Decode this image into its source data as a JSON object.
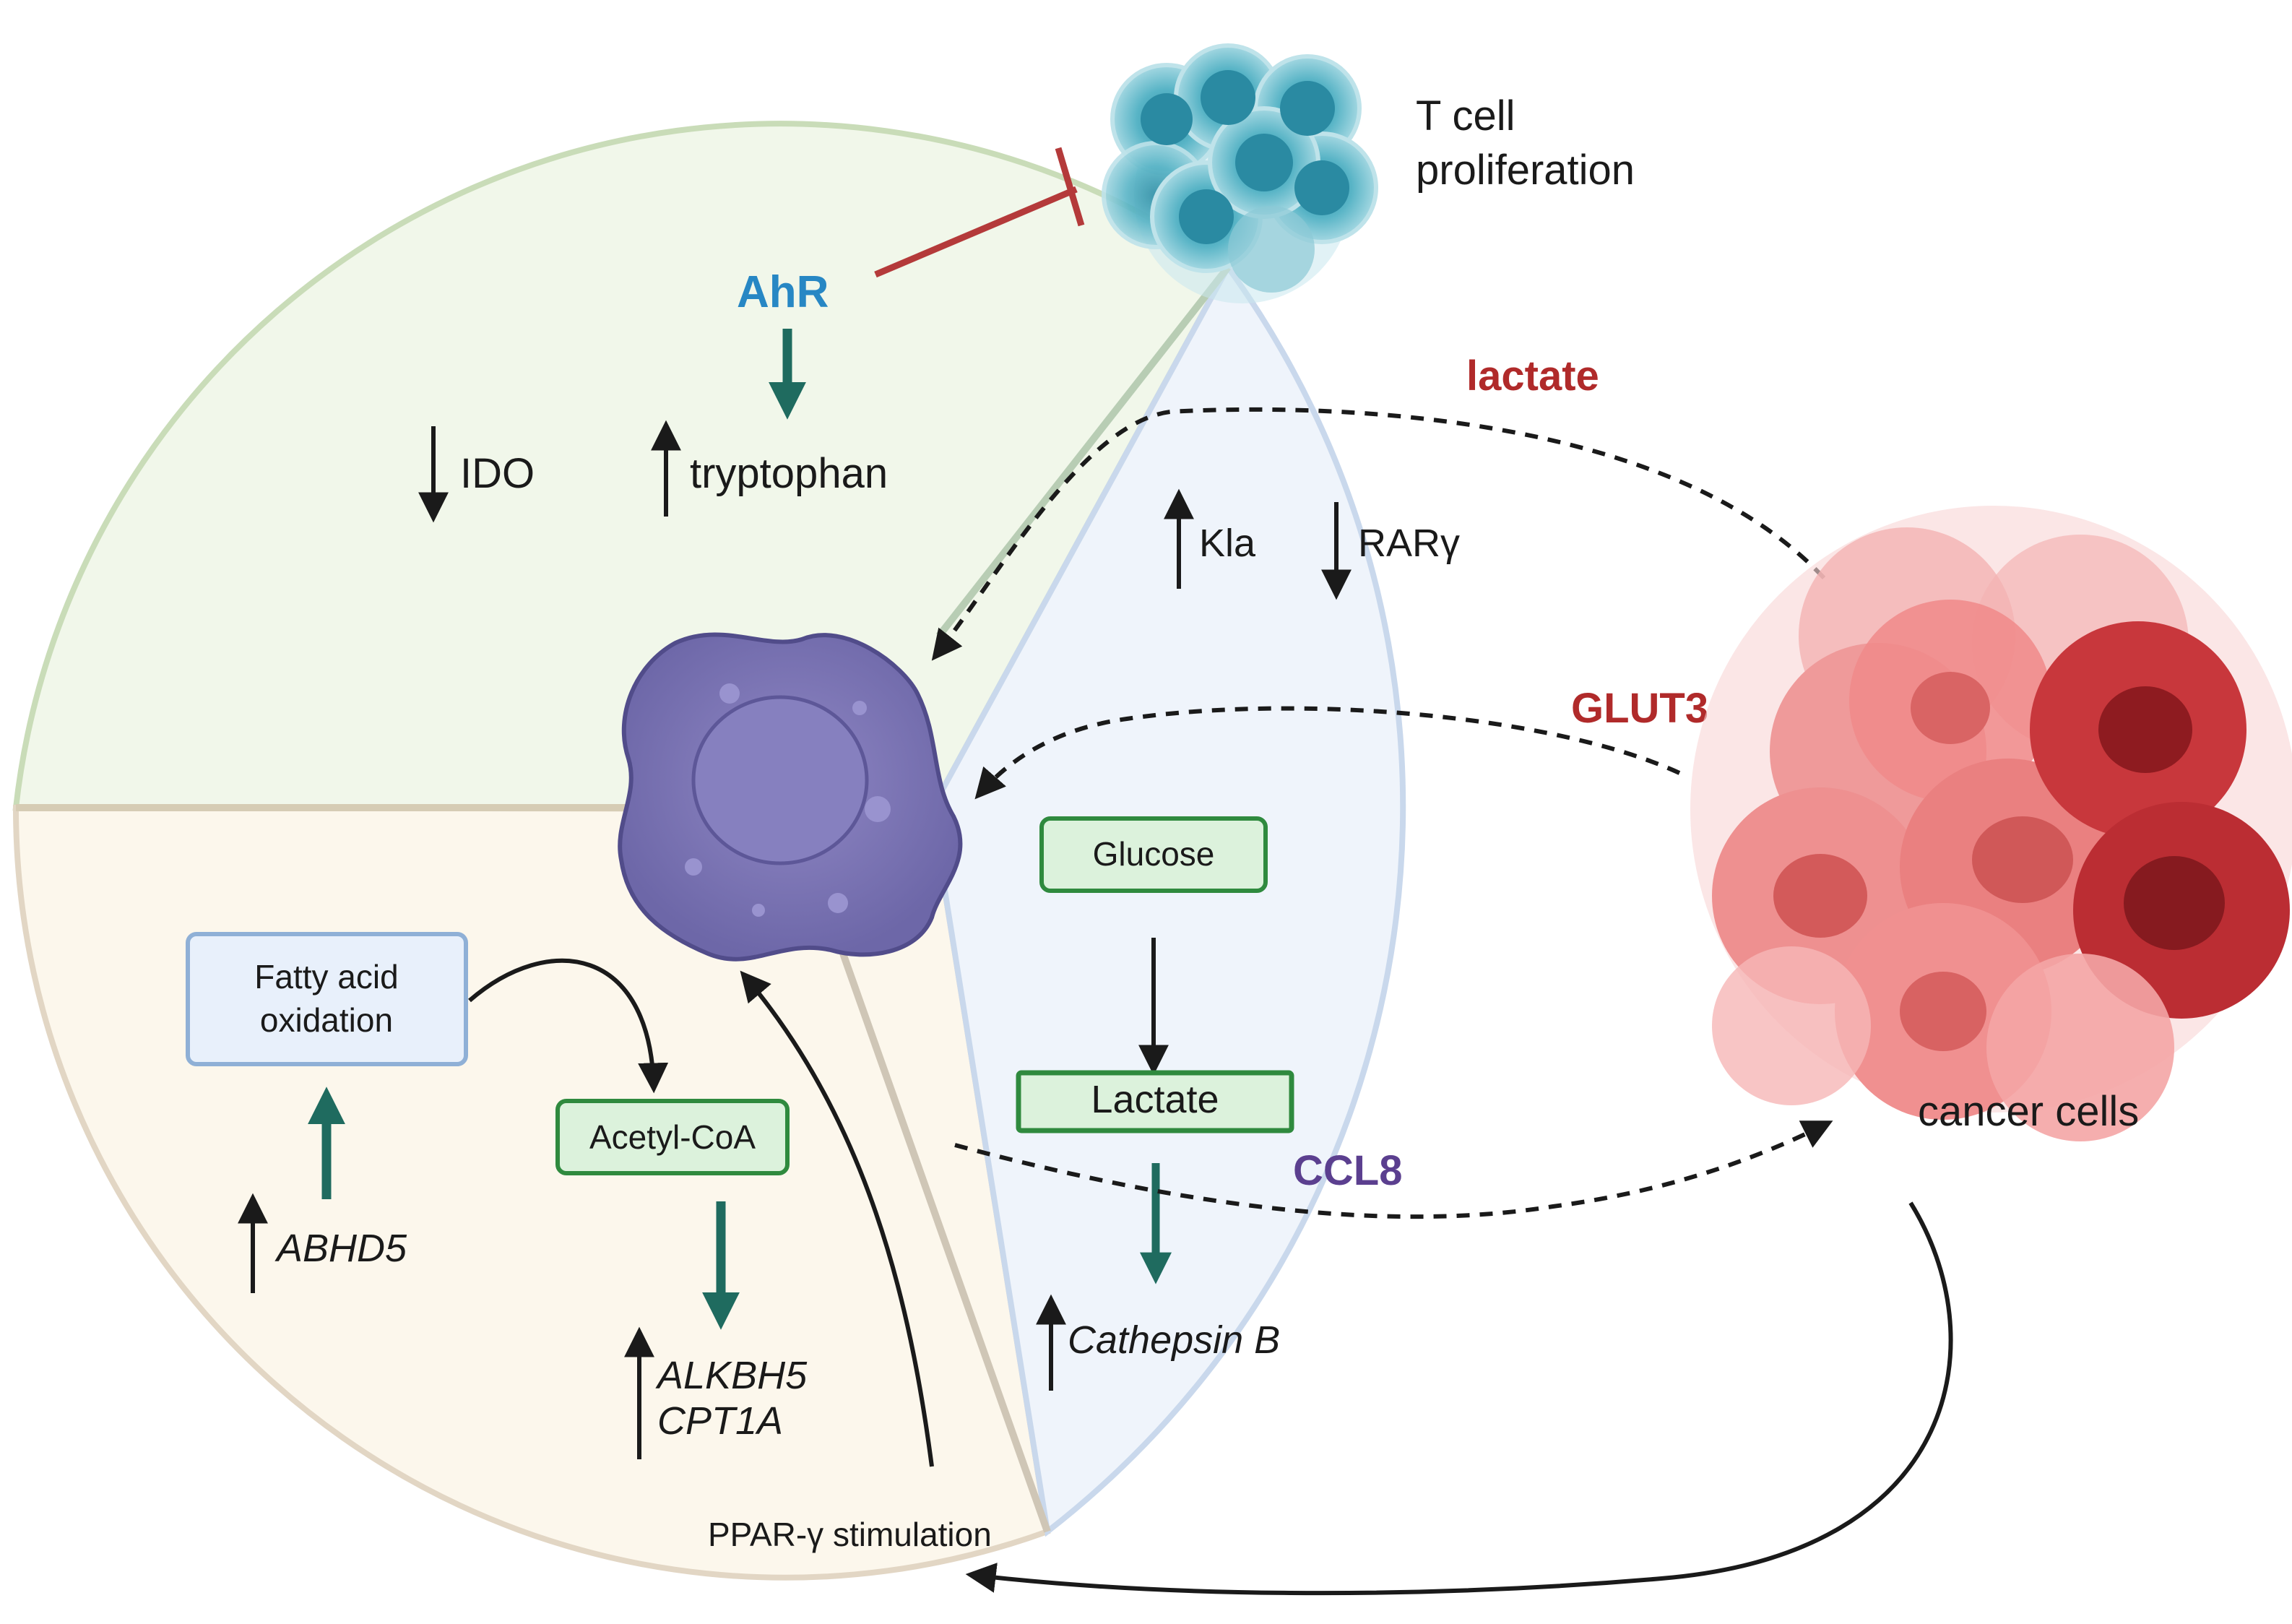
{
  "labels": {
    "t_cell": [
      "T cell",
      "proliferation"
    ],
    "ahr": "AhR",
    "ido": "IDO",
    "tryptophan": "tryptophan",
    "lactate_signal": "lactate",
    "kla": "Kla",
    "rar": "RARγ",
    "glut3": "GLUT3",
    "glucose": "Glucose",
    "lactate_box": "Lactate",
    "ccl8": "CCL8",
    "cathepsin": "Cathepsin B",
    "cancer_cells": "cancer cells",
    "fao": [
      "Fatty acid",
      "oxidation"
    ],
    "acetyl": "Acetyl-CoA",
    "abhd5": "ABHD5",
    "alkbh5": "ALKBH5",
    "cpt1a": "CPT1A",
    "ppar": "PPAR-γ stimulation"
  },
  "colors": {
    "teal_arrow": "#1f6b5f",
    "inhibit_red": "#b43a3a",
    "ahr_blue": "#2787c4",
    "dark_red_text": "#b02a2a",
    "purple_text": "#5b3f8f",
    "green_region": "#f1f7ea",
    "blue_region": "#eff4fb",
    "beige_region": "#fcf7ec",
    "box_green_fill": "#dcf2dc",
    "box_green_stroke": "#2f8a3e",
    "box_blue_fill": "#e8f0fb",
    "box_blue_stroke": "#8fb0d6"
  },
  "icons": [
    "t-cell-cluster-icon",
    "macrophage-icon",
    "cancer-cell-cluster-icon"
  ]
}
